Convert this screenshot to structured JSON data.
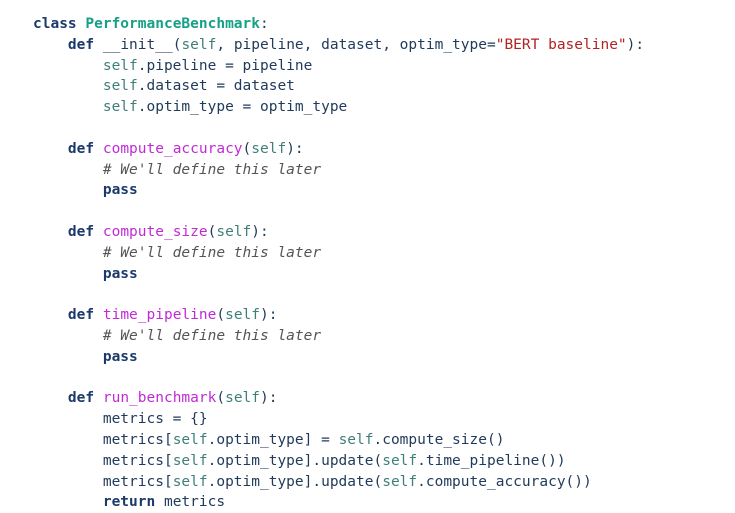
{
  "code": {
    "lines": [
      [
        {
          "t": "kw",
          "s": "class"
        },
        {
          "t": "plain",
          "s": " "
        },
        {
          "t": "cls",
          "s": "PerformanceBenchmark"
        },
        {
          "t": "plain",
          "s": ":"
        }
      ],
      [
        {
          "t": "plain",
          "s": "    "
        },
        {
          "t": "kw",
          "s": "def"
        },
        {
          "t": "plain",
          "s": " __init__("
        },
        {
          "t": "self",
          "s": "self"
        },
        {
          "t": "plain",
          "s": ", pipeline, dataset, optim_type="
        },
        {
          "t": "str",
          "s": "\"BERT baseline\""
        },
        {
          "t": "plain",
          "s": "):"
        }
      ],
      [
        {
          "t": "plain",
          "s": "        "
        },
        {
          "t": "self",
          "s": "self"
        },
        {
          "t": "plain",
          "s": ".pipeline = pipeline"
        }
      ],
      [
        {
          "t": "plain",
          "s": "        "
        },
        {
          "t": "self",
          "s": "self"
        },
        {
          "t": "plain",
          "s": ".dataset = dataset"
        }
      ],
      [
        {
          "t": "plain",
          "s": "        "
        },
        {
          "t": "self",
          "s": "self"
        },
        {
          "t": "plain",
          "s": ".optim_type = optim_type"
        }
      ],
      [],
      [
        {
          "t": "plain",
          "s": "    "
        },
        {
          "t": "kw",
          "s": "def"
        },
        {
          "t": "plain",
          "s": " "
        },
        {
          "t": "fn",
          "s": "compute_accuracy"
        },
        {
          "t": "plain",
          "s": "("
        },
        {
          "t": "self",
          "s": "self"
        },
        {
          "t": "plain",
          "s": "):"
        }
      ],
      [
        {
          "t": "plain",
          "s": "        "
        },
        {
          "t": "com",
          "s": "# We'll define this later"
        }
      ],
      [
        {
          "t": "plain",
          "s": "        "
        },
        {
          "t": "kw",
          "s": "pass"
        }
      ],
      [],
      [
        {
          "t": "plain",
          "s": "    "
        },
        {
          "t": "kw",
          "s": "def"
        },
        {
          "t": "plain",
          "s": " "
        },
        {
          "t": "fn",
          "s": "compute_size"
        },
        {
          "t": "plain",
          "s": "("
        },
        {
          "t": "self",
          "s": "self"
        },
        {
          "t": "plain",
          "s": "):"
        }
      ],
      [
        {
          "t": "plain",
          "s": "        "
        },
        {
          "t": "com",
          "s": "# We'll define this later"
        }
      ],
      [
        {
          "t": "plain",
          "s": "        "
        },
        {
          "t": "kw",
          "s": "pass"
        }
      ],
      [],
      [
        {
          "t": "plain",
          "s": "    "
        },
        {
          "t": "kw",
          "s": "def"
        },
        {
          "t": "plain",
          "s": " "
        },
        {
          "t": "fn",
          "s": "time_pipeline"
        },
        {
          "t": "plain",
          "s": "("
        },
        {
          "t": "self",
          "s": "self"
        },
        {
          "t": "plain",
          "s": "):"
        }
      ],
      [
        {
          "t": "plain",
          "s": "        "
        },
        {
          "t": "com",
          "s": "# We'll define this later"
        }
      ],
      [
        {
          "t": "plain",
          "s": "        "
        },
        {
          "t": "kw",
          "s": "pass"
        }
      ],
      [],
      [
        {
          "t": "plain",
          "s": "    "
        },
        {
          "t": "kw",
          "s": "def"
        },
        {
          "t": "plain",
          "s": " "
        },
        {
          "t": "fn",
          "s": "run_benchmark"
        },
        {
          "t": "plain",
          "s": "("
        },
        {
          "t": "self",
          "s": "self"
        },
        {
          "t": "plain",
          "s": "):"
        }
      ],
      [
        {
          "t": "plain",
          "s": "        metrics = {}"
        }
      ],
      [
        {
          "t": "plain",
          "s": "        metrics["
        },
        {
          "t": "self",
          "s": "self"
        },
        {
          "t": "plain",
          "s": ".optim_type] = "
        },
        {
          "t": "self",
          "s": "self"
        },
        {
          "t": "plain",
          "s": ".compute_size()"
        }
      ],
      [
        {
          "t": "plain",
          "s": "        metrics["
        },
        {
          "t": "self",
          "s": "self"
        },
        {
          "t": "plain",
          "s": ".optim_type].update("
        },
        {
          "t": "self",
          "s": "self"
        },
        {
          "t": "plain",
          "s": ".time_pipeline())"
        }
      ],
      [
        {
          "t": "plain",
          "s": "        metrics["
        },
        {
          "t": "self",
          "s": "self"
        },
        {
          "t": "plain",
          "s": ".optim_type].update("
        },
        {
          "t": "self",
          "s": "self"
        },
        {
          "t": "plain",
          "s": ".compute_accuracy())"
        }
      ],
      [
        {
          "t": "plain",
          "s": "        "
        },
        {
          "t": "kw",
          "s": "return"
        },
        {
          "t": "plain",
          "s": " metrics"
        }
      ]
    ]
  },
  "colors": {
    "keyword": "#1b3a6b",
    "class_name": "#16a085",
    "function_name": "#c02bd6",
    "self": "#3f7f7a",
    "string": "#b22222",
    "comment": "#555555",
    "plain": "#1f3a5a",
    "background": "#ffffff"
  }
}
